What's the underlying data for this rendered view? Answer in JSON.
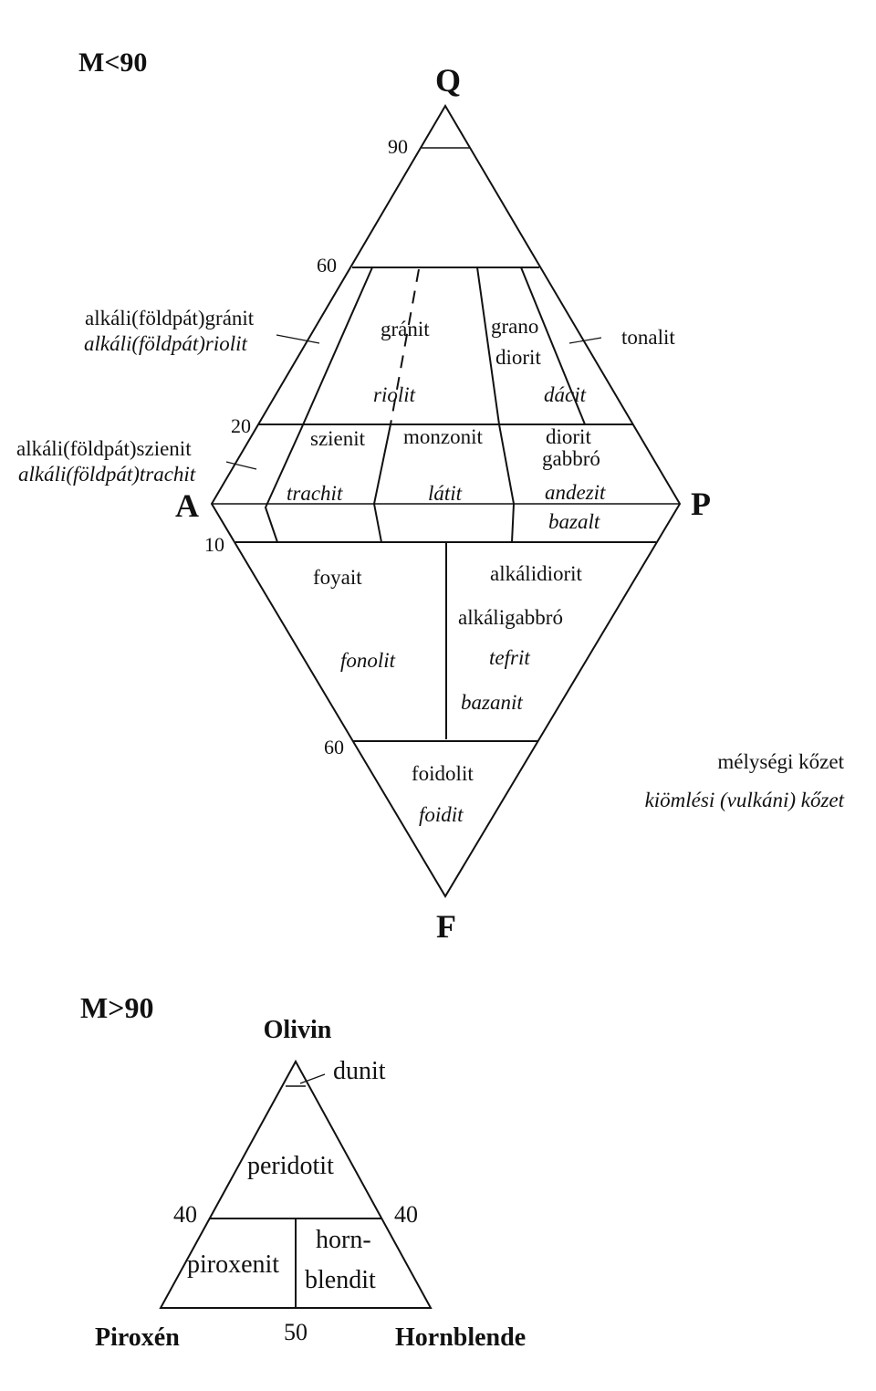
{
  "top": {
    "heading": "M<90",
    "vertices": {
      "q": "Q",
      "a": "A",
      "p": "P",
      "f": "F"
    },
    "ticks": {
      "q90": "90",
      "q60": "60",
      "q20": "20",
      "f10": "10",
      "f60": "60"
    },
    "fields": {
      "alkali_granit": "alkáli(földpát)gránit",
      "alkali_riolit": "alkáli(földpát)riolit",
      "granit": "gránit",
      "riolit": "riolit",
      "grano": "grano",
      "diorit_q": "diorit",
      "dacit": "dácit",
      "tonalit": "tonalit",
      "alkali_szienit": "alkáli(földpát)szienit",
      "alkali_trachit": "alkáli(földpát)trachit",
      "szienit": "szienit",
      "trachit": "trachit",
      "monzonit": "monzonit",
      "latit": "látit",
      "diorit": "diorit",
      "gabbro": "gabbró",
      "andezit": "andezit",
      "bazalt": "bazalt",
      "foyait": "foyait",
      "fonolit": "fonolit",
      "alkalidiorit": "alkálidiorit",
      "alkaligabbro": "alkáligabbró",
      "tefrit": "tefrit",
      "bazanit": "bazanit",
      "foidolit": "foidolit",
      "foidit": "foidit"
    },
    "legend": {
      "plutonic": "mélységi kőzet",
      "volcanic": "kiömlési (vulkáni) kőzet"
    }
  },
  "bottom": {
    "heading": "M>90",
    "vertices": {
      "top": "Olivin",
      "left": "Piroxén",
      "right": "Hornblende"
    },
    "ticks": {
      "left40": "40",
      "right40": "40",
      "base50": "50"
    },
    "fields": {
      "dunit": "dunit",
      "peridotit": "peridotit",
      "piroxenit": "piroxenit",
      "horn": "horn-",
      "blendit": "blendit"
    }
  }
}
